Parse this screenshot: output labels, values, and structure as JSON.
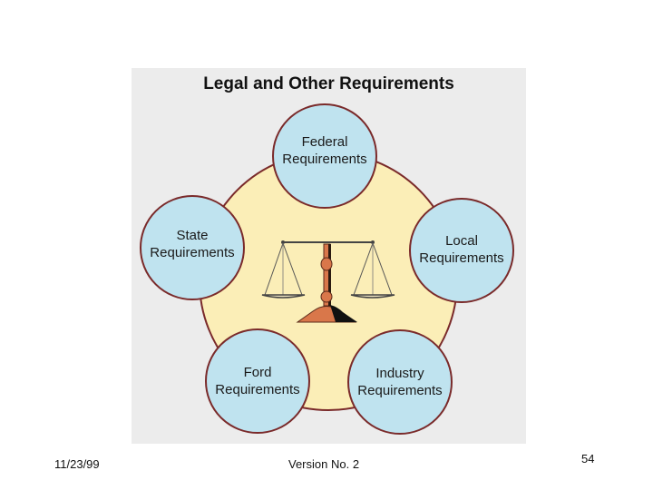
{
  "title": "Legal and Other Requirements",
  "nodes": {
    "federal": {
      "line1": "Federal",
      "line2": "Requirements"
    },
    "local": {
      "line1": "Local",
      "line2": "Requirements"
    },
    "industry": {
      "line1": "Industry",
      "line2": "Requirements"
    },
    "ford": {
      "line1": "Ford",
      "line2": "Requirements"
    },
    "state": {
      "line1": "State",
      "line2": "Requirements"
    }
  },
  "center_icon": "balance-scale-icon",
  "colors": {
    "panel_background": "#ececec",
    "center_circle_fill": "#fbeeb7",
    "node_fill": "#bfe3ef",
    "outline": "#7a2a2a",
    "scale_base": "#d9774a"
  },
  "footer": {
    "date": "11/23/99",
    "version": "Version No. 2",
    "page_number": "54"
  }
}
